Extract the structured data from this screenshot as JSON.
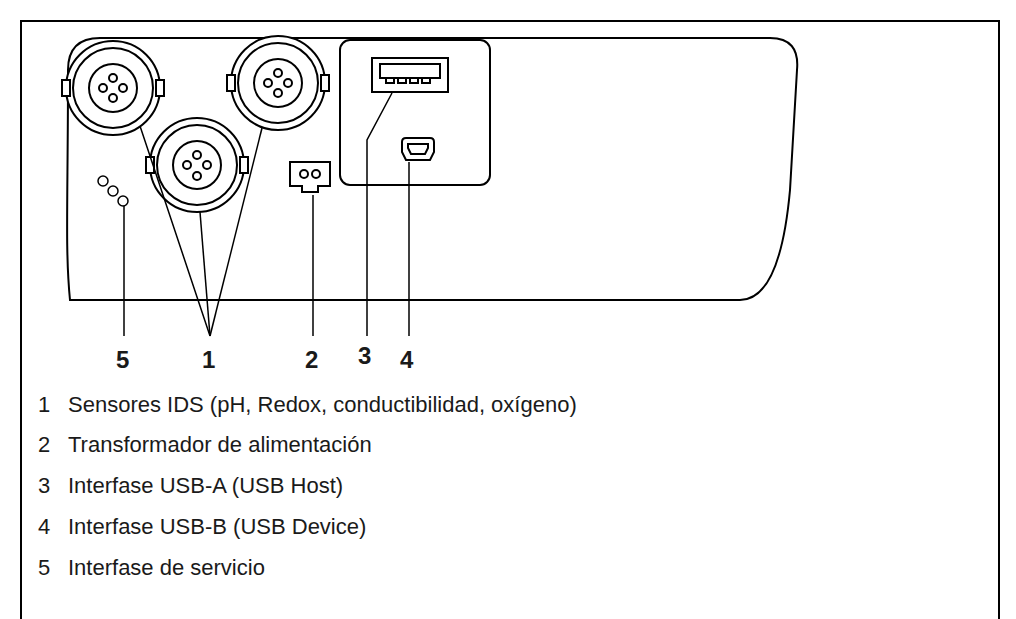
{
  "diagram": {
    "labels": [
      "5",
      "1",
      "2",
      "3",
      "4",
      "1",
      "Sensores IDS (pH, Redox, conductibilidad, oxígeno)",
      "2",
      "Transformador de alimentación",
      "3",
      "Interfase USB-A (USB Host)",
      "4",
      "Interfase USB-B (USB Device)",
      "5",
      "Interfase de servicio"
    ]
  }
}
